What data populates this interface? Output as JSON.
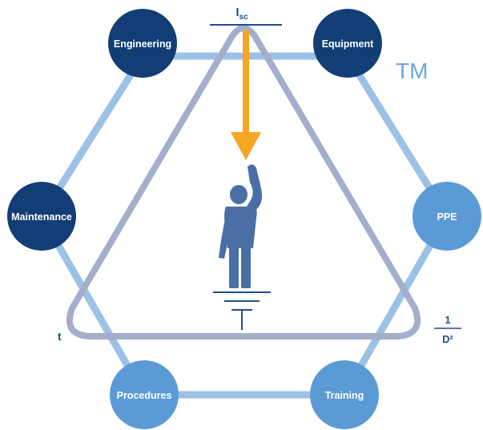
{
  "colors": {
    "dark_node": "#123e75",
    "light_node": "#5b9bd5",
    "hexagon_line": "#9cc1e6",
    "triangle_line": "#a3aecb",
    "arrow": "#f5a623",
    "figure": "#4a6fa5",
    "label_text": "#1f4e8c"
  },
  "nodes": {
    "engineering": "Engineering",
    "equipment": "Equipment",
    "maintenance": "Maintenance",
    "ppe": "PPE",
    "procedures": "Procedures",
    "training": "Training"
  },
  "labels": {
    "isc_main": "I",
    "isc_sub": "sc",
    "tm": "TM",
    "t": "t",
    "inverse_numerator": "1",
    "inverse_denominator": "D²"
  }
}
